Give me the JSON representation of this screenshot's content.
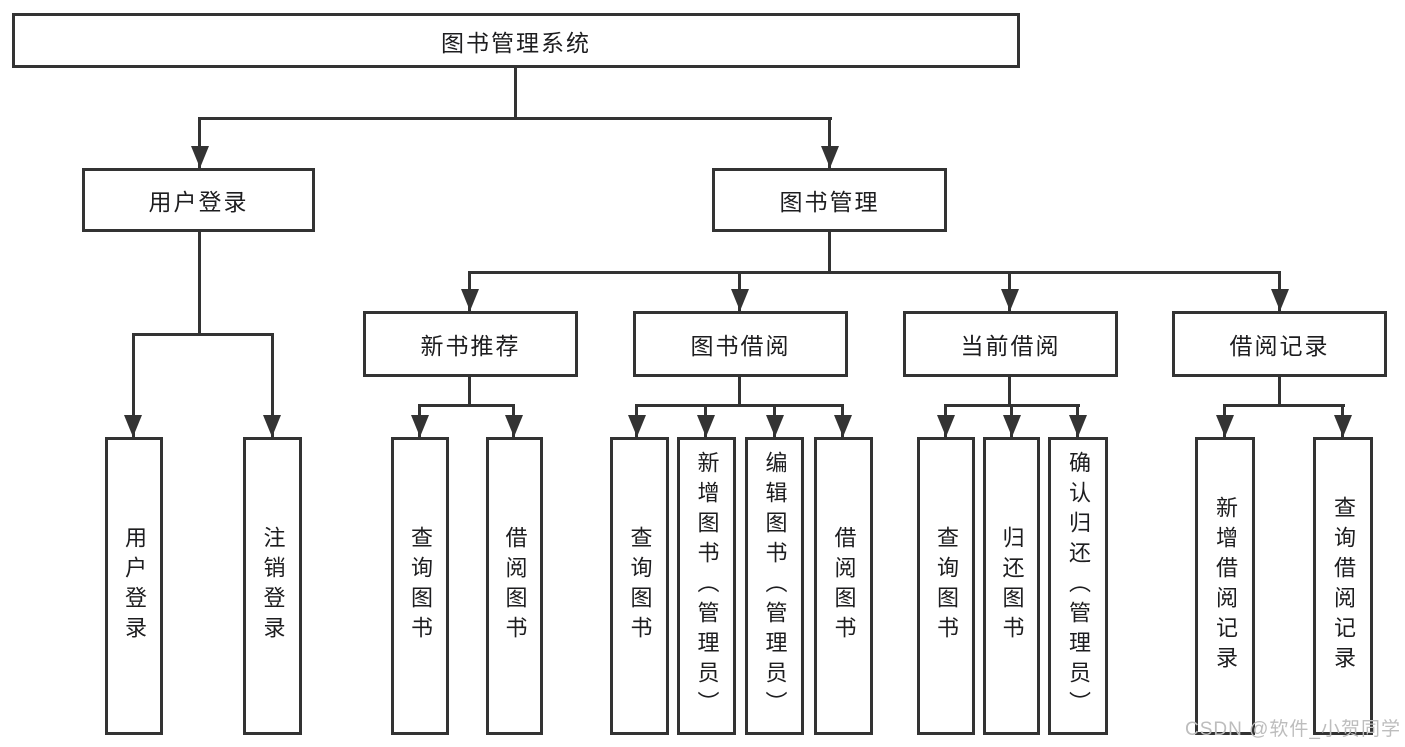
{
  "diagram": {
    "title": "图书管理系统",
    "nodes": {
      "root": "图书管理系统",
      "l2": [
        "用户登录",
        "图书管理"
      ],
      "l3": [
        "新书推荐",
        "图书借阅",
        "当前借阅",
        "借阅记录"
      ],
      "l4_user": [
        "用户登录",
        "注销登录"
      ],
      "l4_recommend": [
        "查询图书",
        "借阅图书"
      ],
      "l4_borrow": [
        "查询图书",
        "新增图书（管理员）",
        "编辑图书（管理员）",
        "借阅图书"
      ],
      "l4_current": [
        "查询图书",
        "归还图书",
        "确认归还（管理员）"
      ],
      "l4_records": [
        "新增借阅记录",
        "查询借阅记录"
      ]
    },
    "colors": {
      "line": "#333333",
      "text": "#1d1d1f",
      "watermark": "#bdbdbd",
      "background": "#ffffff"
    }
  },
  "watermark": {
    "text": "CSDN @软件_小贺同学"
  }
}
